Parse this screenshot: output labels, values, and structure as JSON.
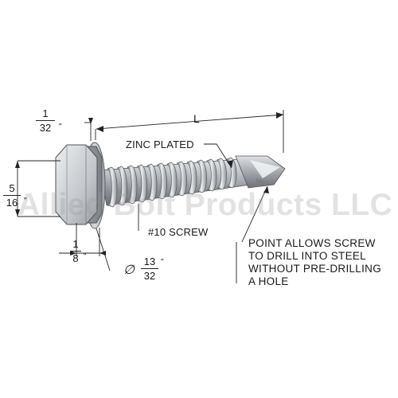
{
  "watermark": "Allied Bolt Products LLC",
  "labels": {
    "length": "L",
    "zinc_plated": "ZINC PLATED",
    "screw_size": "#10 SCREW",
    "diameter_symbol": "∅"
  },
  "fractions": {
    "flange_thickness": {
      "numerator": "1",
      "denominator": "32",
      "unit": "\""
    },
    "head_height": {
      "numerator": "5",
      "denominator": "16",
      "unit": "\""
    },
    "head_width": {
      "numerator": "1",
      "denominator": "8",
      "unit": "\""
    },
    "flange_diameter": {
      "numerator": "13",
      "denominator": "32",
      "unit": "\""
    }
  },
  "note_lines": [
    "POINT ALLOWS SCREW",
    "TO DRILL INTO STEEL",
    "WITHOUT PRE-DRILLING",
    "A HOLE"
  ],
  "colors": {
    "line": "#222222",
    "metal_dark": "#6f7378",
    "metal_mid": "#a9adb2",
    "metal_light": "#e8eaec",
    "watermark": "#969696"
  }
}
